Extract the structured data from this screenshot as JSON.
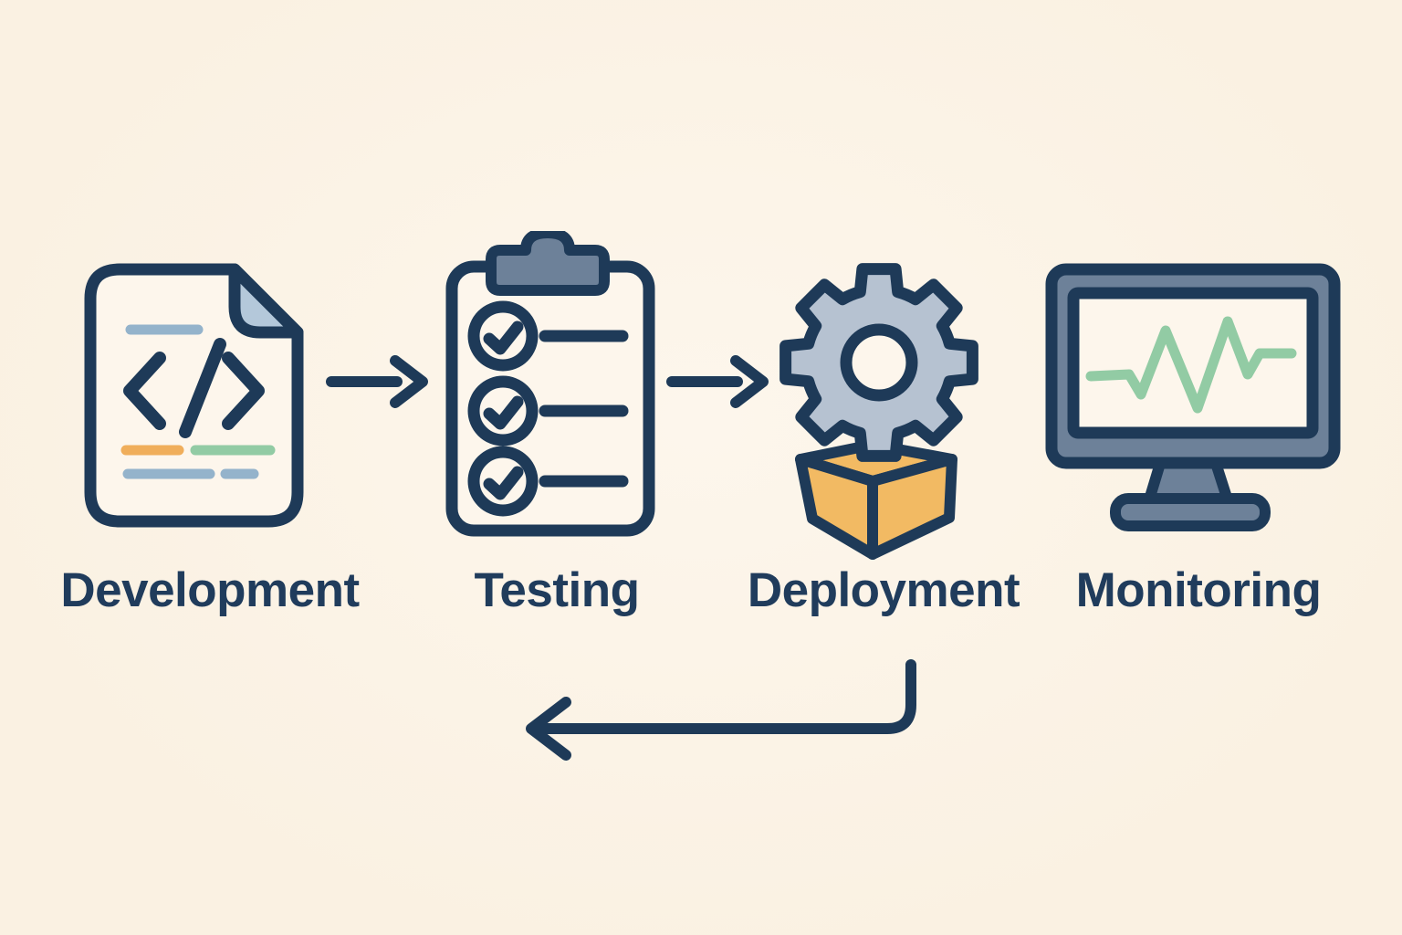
{
  "diagram": {
    "stages": [
      {
        "label": "Development",
        "icon": "code-document-icon"
      },
      {
        "label": "Testing",
        "icon": "checklist-clipboard-icon"
      },
      {
        "label": "Deployment",
        "icon": "gear-package-icon"
      },
      {
        "label": "Monitoring",
        "icon": "monitor-pulse-icon"
      }
    ],
    "connections": [
      {
        "from": "Development",
        "to": "Testing",
        "type": "arrow-right"
      },
      {
        "from": "Testing",
        "to": "Deployment",
        "type": "arrow-right"
      },
      {
        "from": "Deployment",
        "to": "Testing",
        "type": "loop-back-arrow"
      }
    ],
    "colors": {
      "background": "#faf1e2",
      "paper_bright": "#fdf6ec",
      "outline_navy": "#1e3a58",
      "label_navy": "#203c5c",
      "slate": "#6d8199",
      "gear_gray": "#b6c2d1",
      "fold_blue": "#b4c8da",
      "accent_blue": "#94b3cb",
      "accent_orange": "#f0ae5b",
      "accent_green": "#92cba4",
      "box_orange": "#f2ba63"
    }
  }
}
